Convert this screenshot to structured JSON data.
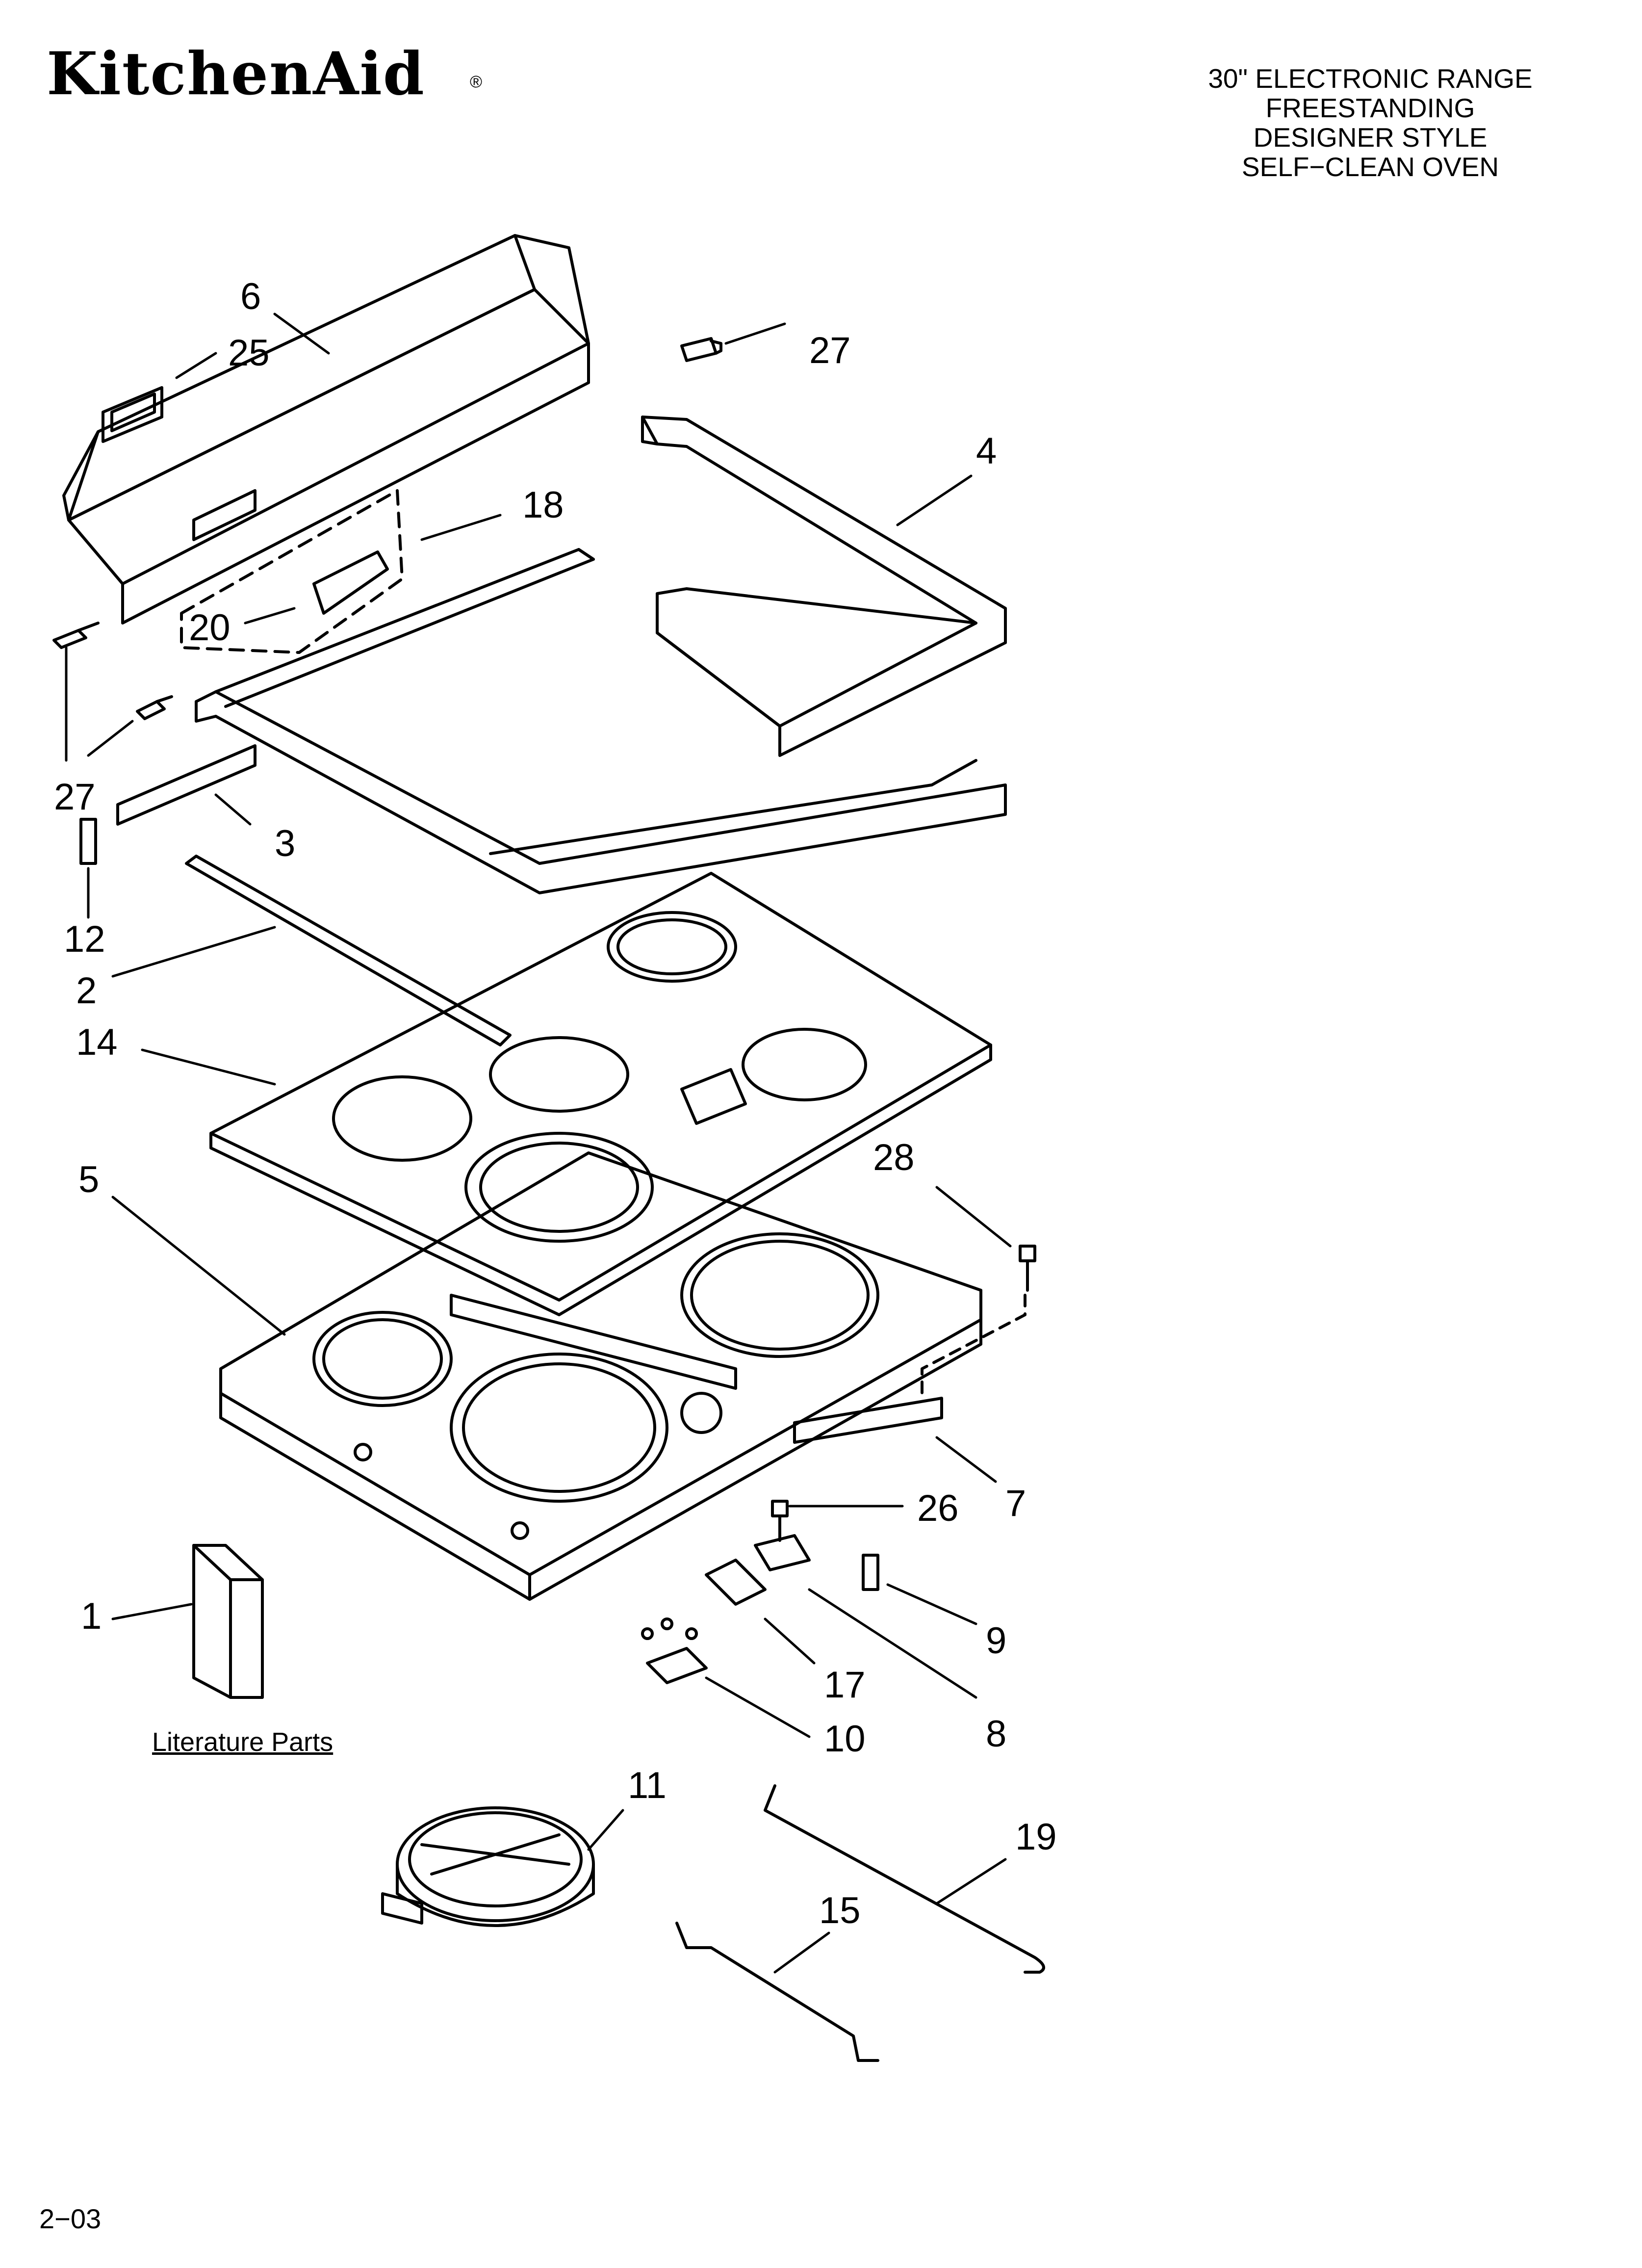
{
  "header": {
    "brand": "KitchenAid",
    "brand_mark": "®",
    "title_lines": [
      "30\" ELECTRONIC RANGE",
      "FREESTANDING",
      "DESIGNER STYLE",
      "SELF−CLEAN OVEN"
    ]
  },
  "literature_label": "Literature Parts",
  "footer": {
    "date_code": "2−03"
  },
  "callouts": [
    "6",
    "25",
    "27",
    "4",
    "18",
    "20",
    "27",
    "3",
    "12",
    "2",
    "14",
    "5",
    "28",
    "7",
    "26",
    "9",
    "1",
    "17",
    "8",
    "10",
    "11",
    "19",
    "15"
  ]
}
